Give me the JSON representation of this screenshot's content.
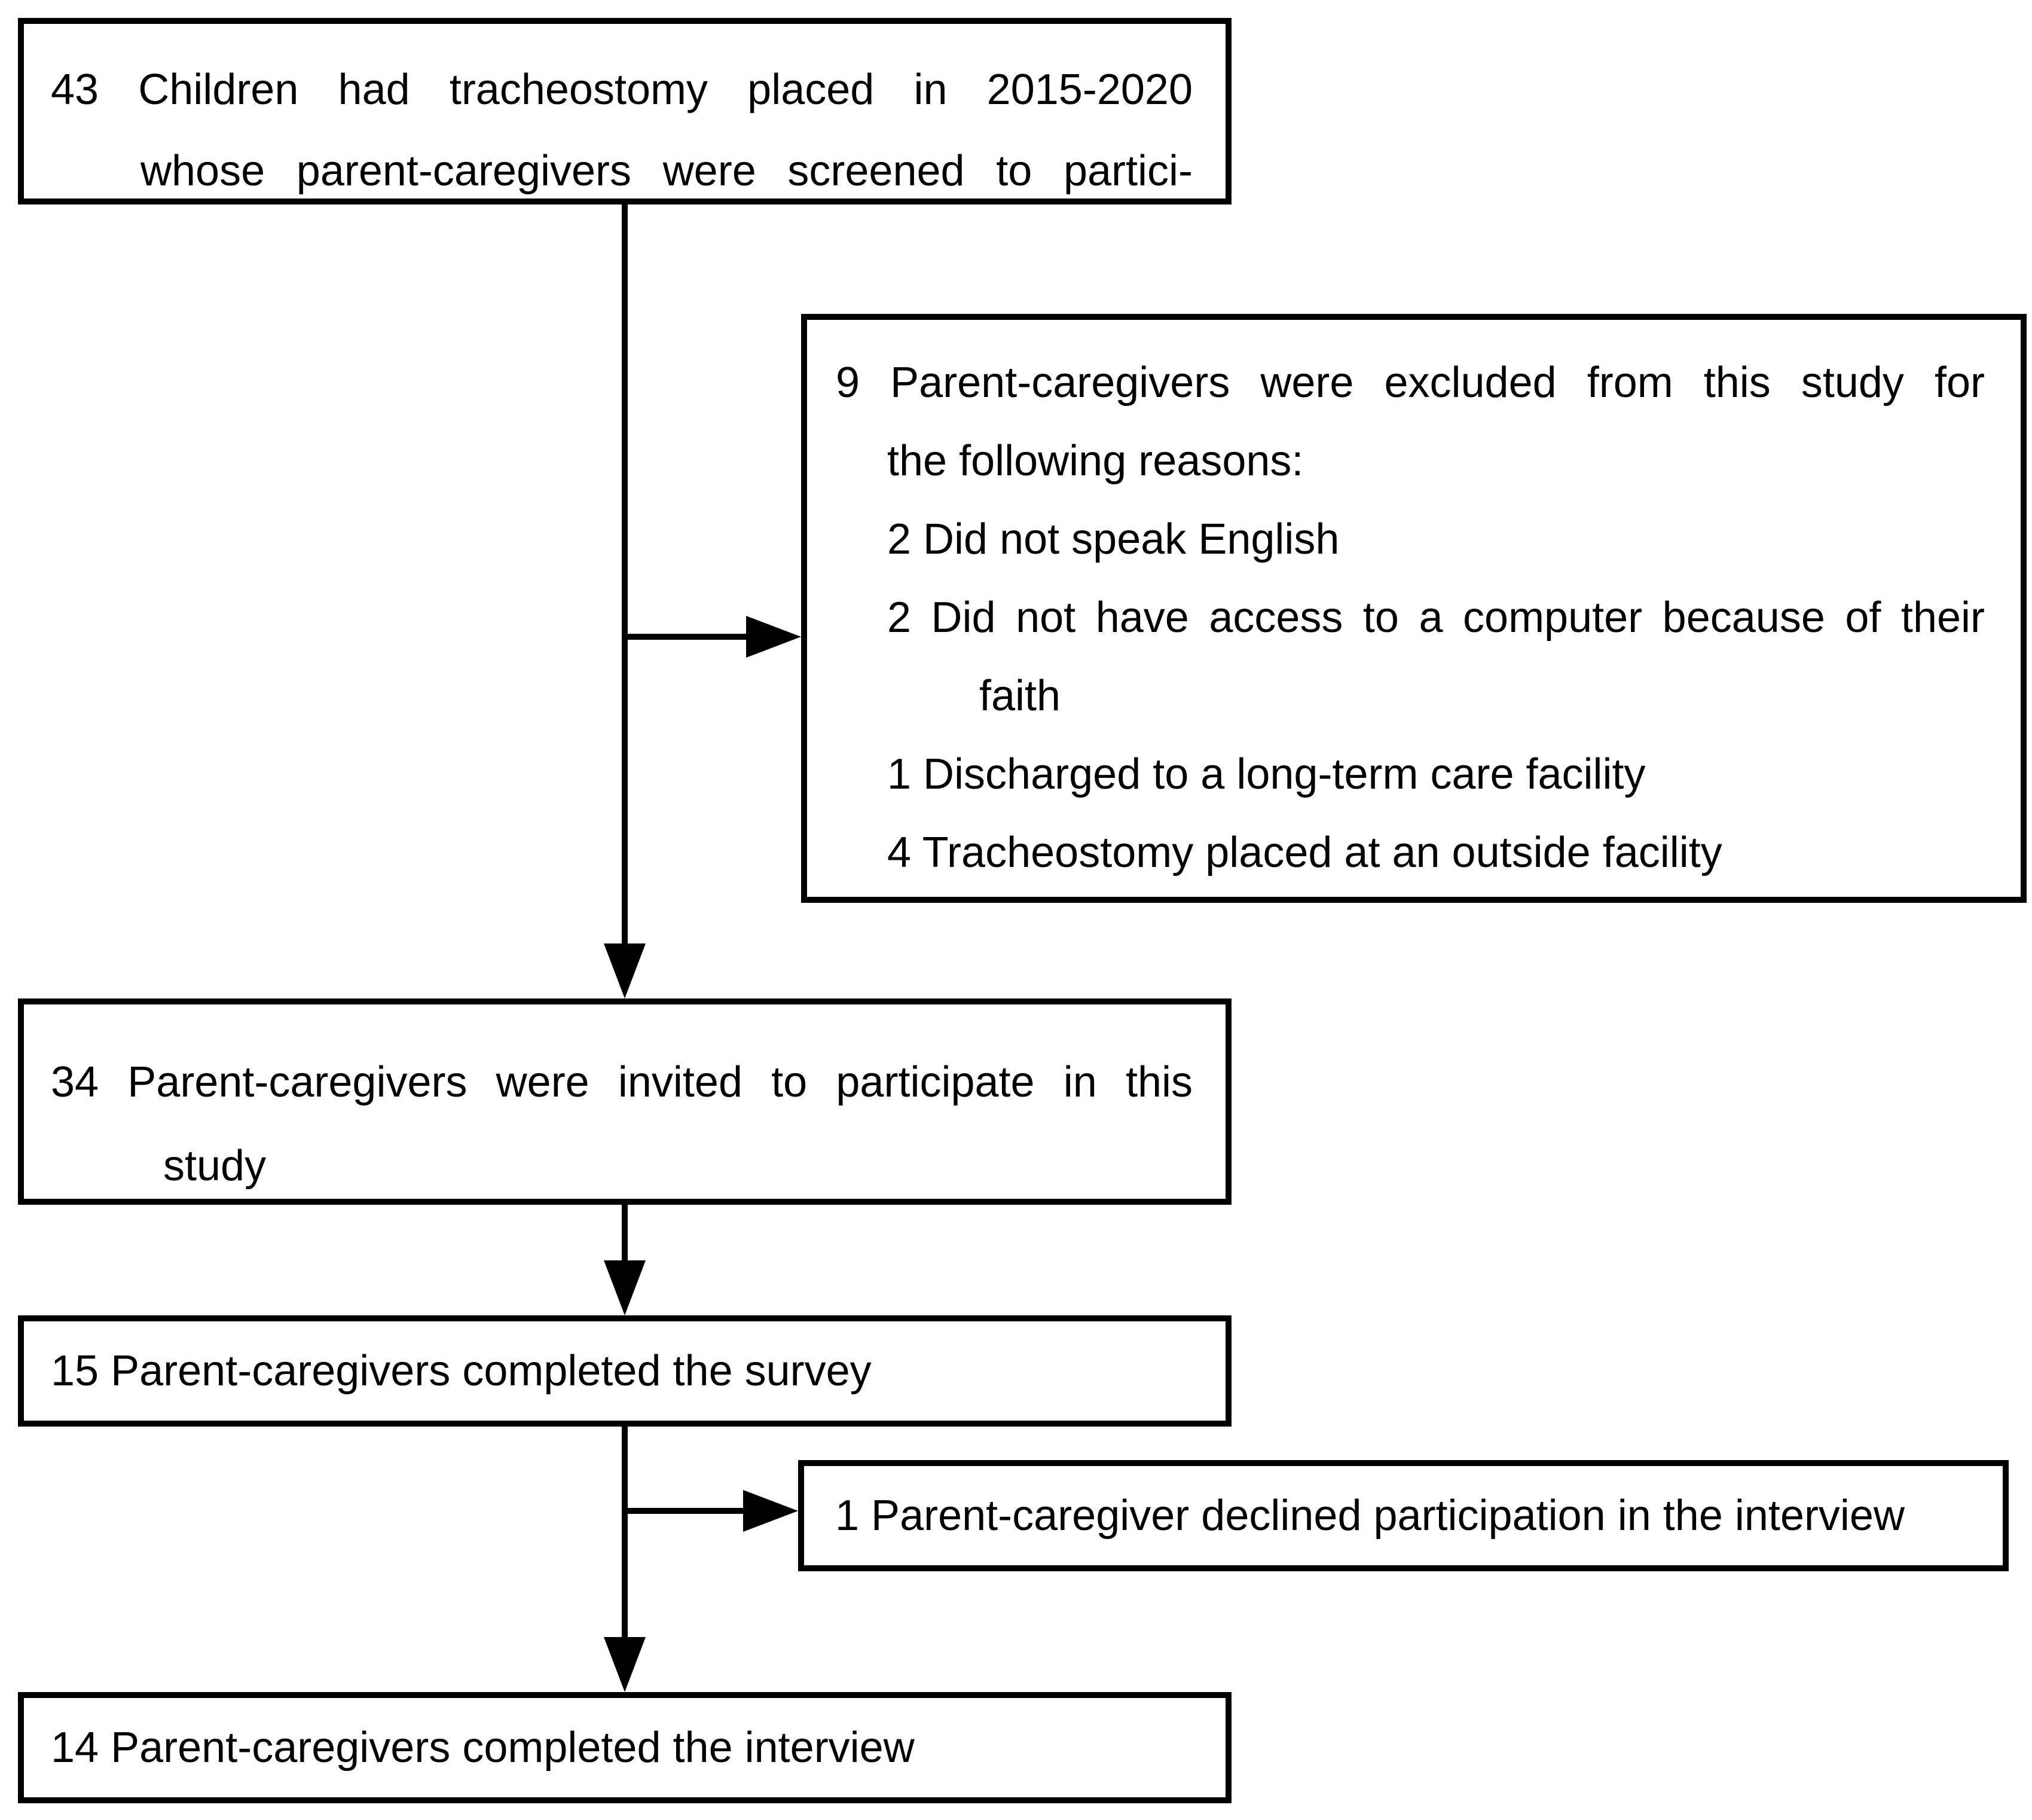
{
  "figure": {
    "colors": {
      "ink": "#000000",
      "background": "#ffffff"
    },
    "boxes": {
      "screened": {
        "lines": [
          "43 Children had tracheostomy placed in 2015-2020",
          "whose parent-caregivers were screened to partici-"
        ]
      },
      "excluded": {
        "lines": [
          "9 Parent-caregivers were excluded from this study for",
          "the following reasons:",
          "2 Did not speak English",
          "2 Did not have access to a computer because of their",
          "faith",
          "1 Discharged to a long-term care facility",
          "4 Tracheostomy placed at an outside facility"
        ]
      },
      "invited": {
        "lines": [
          "34 Parent-caregivers were invited to participate in this",
          "study"
        ]
      },
      "survey": {
        "lines": [
          "15 Parent-caregivers completed the survey"
        ]
      },
      "declined": {
        "lines": [
          "1 Parent-caregiver declined participation in the interview"
        ]
      },
      "interview": {
        "lines": [
          "14 Parent-caregivers completed the interview"
        ]
      }
    }
  }
}
